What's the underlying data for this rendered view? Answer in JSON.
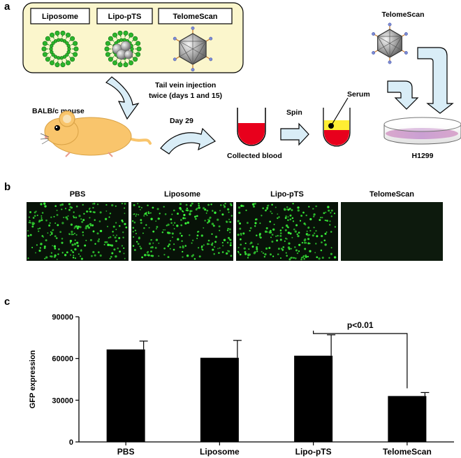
{
  "panel_a": {
    "letter": "a",
    "box_labels": [
      "Liposome",
      "Lipo-pTS",
      "TelomeScan"
    ],
    "injection_line1": "Tail vein injection",
    "injection_line2": "twice (days 1 and 15)",
    "mouse_label": "BALB/c mouse",
    "day_label": "Day 29",
    "blood_label": "Collected blood",
    "spin_label": "Spin",
    "serum_label": "Serum",
    "virus_label": "TelomeScan",
    "cell_label": "H1299",
    "colors": {
      "box_fill": "#fbf6cc",
      "lipid_green": "#2bb52b",
      "blood_red": "#e8001c",
      "serum_yellow": "#ffee33",
      "arrow_fill": "#d9edf7",
      "mouse_fill": "#f9c56c"
    }
  },
  "panel_b": {
    "letter": "b",
    "images": [
      {
        "label": "PBS",
        "density": "high"
      },
      {
        "label": "Liposome",
        "density": "high"
      },
      {
        "label": "Lipo-pTS",
        "density": "high"
      },
      {
        "label": "TelomeScan",
        "density": "none"
      }
    ]
  },
  "panel_c": {
    "letter": "c",
    "chart_data": {
      "type": "bar",
      "categories": [
        "PBS",
        "Liposome",
        "Lipo-pTS",
        "TelomeScan"
      ],
      "values": [
        66500,
        60500,
        62000,
        33000
      ],
      "errors": [
        6000,
        12500,
        15000,
        2500
      ],
      "ylabel": "GFP expression",
      "ylim": [
        0,
        90000
      ],
      "yticks": [
        0,
        30000,
        60000,
        90000
      ],
      "ytick_labels": [
        "0",
        "30000",
        "60000",
        "90000"
      ],
      "annotation": {
        "text": "p<0.01",
        "from": "Lipo-pTS",
        "to": "TelomeScan"
      },
      "bar_color": "#000000"
    }
  }
}
